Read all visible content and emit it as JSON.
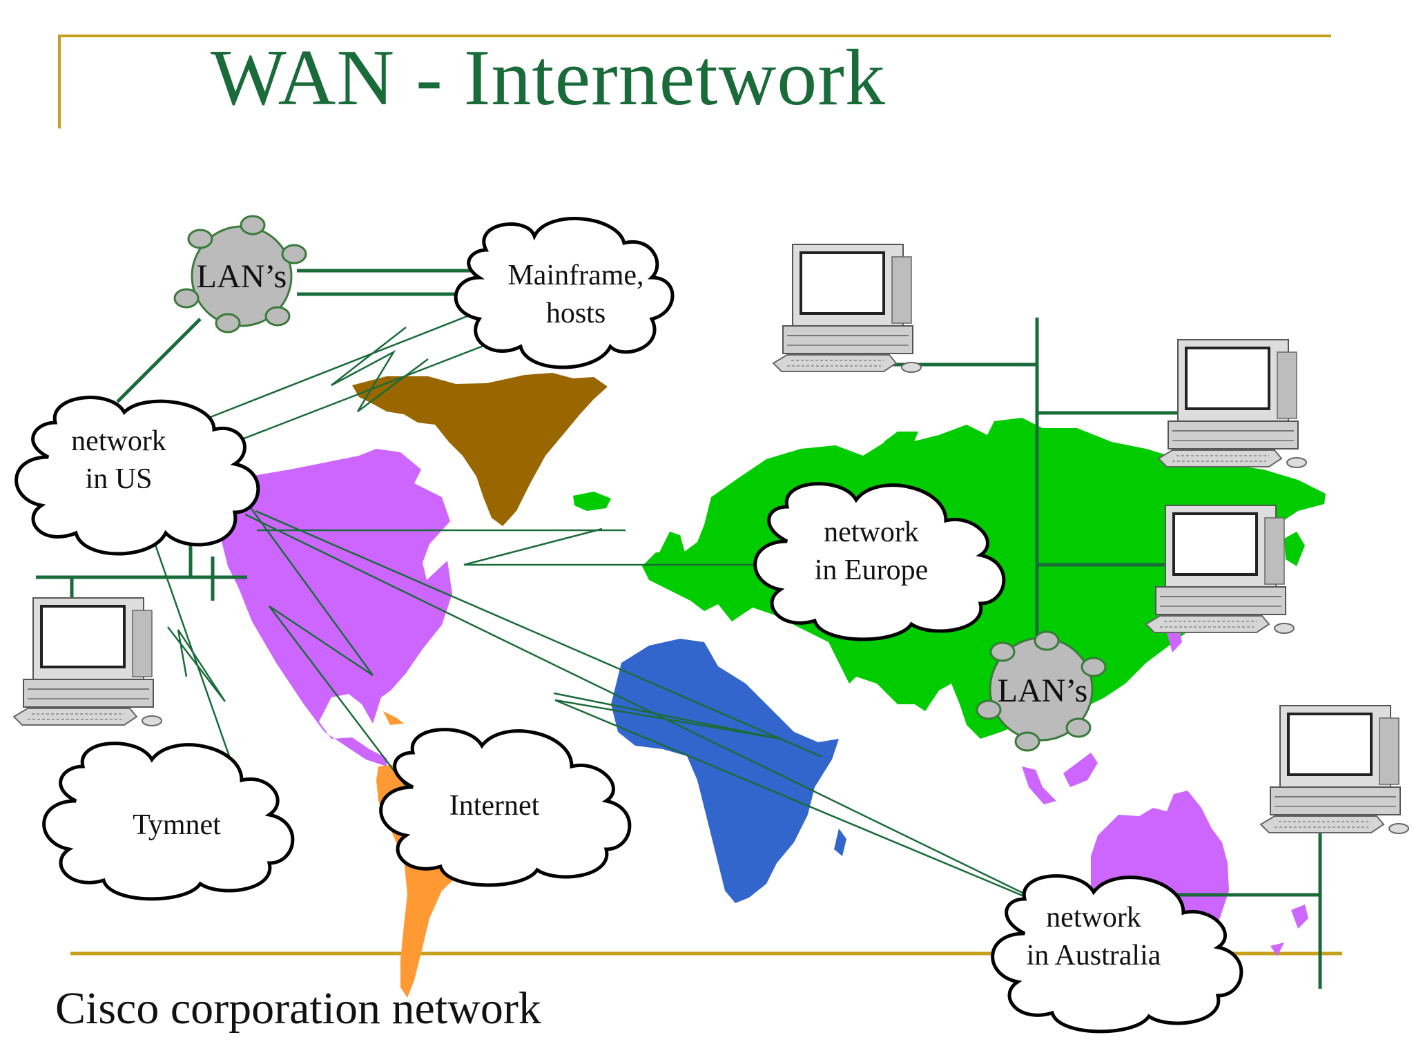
{
  "slide": {
    "title": "WAN  - Internetwork",
    "caption": "Cisco corporation network"
  },
  "clouds": {
    "mainframe": [
      "Mainframe,",
      "hosts"
    ],
    "us": [
      "network",
      "in US"
    ],
    "europe": [
      "network",
      "in Europe"
    ],
    "tymnet": [
      "Tymnet"
    ],
    "internet": [
      "Internet"
    ],
    "australia": [
      "network",
      "in Australia"
    ]
  },
  "lan_rings": {
    "top_left": "LAN’s",
    "asia": "LAN’s"
  },
  "colors": {
    "title": "#1a6b3a",
    "rule": "#c8a020",
    "link_line": "#1a6b3a",
    "north_america": "#cc66ff",
    "greenland": "#996600",
    "south_america": "#ff9933",
    "africa": "#3366cc",
    "eurasia": "#00cc00",
    "australia": "#cc66ff",
    "lan_ring": "#bbbbbb"
  }
}
